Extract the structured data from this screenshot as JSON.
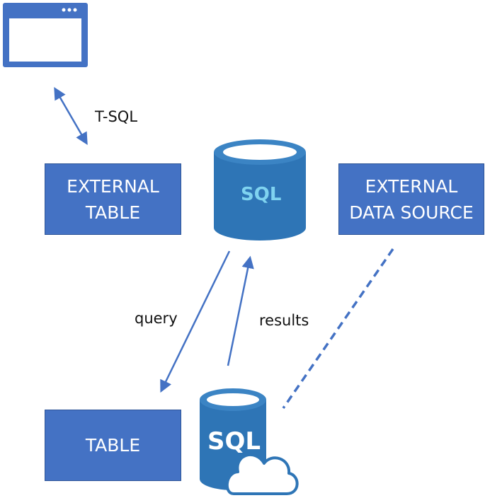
{
  "diagram": {
    "labels": {
      "tsql": "T-SQL",
      "query": "query",
      "results": "results"
    },
    "boxes": {
      "external_table": "EXTERNAL\nTABLE",
      "external_data_source": "EXTERNAL\nDATA SOURCE",
      "table": "TABLE"
    },
    "databases": {
      "sql_server": "SQL",
      "azure_sql": "SQL"
    },
    "icons": {
      "client_window": "browser-window-icon",
      "sql_server": "database-cylinder-icon",
      "azure_sql": "cloud-database-icon"
    },
    "colors": {
      "box_fill": "#4472c4",
      "box_border": "#2f5597",
      "cylinder": "#2e75b6",
      "cylinder_top": "#3b84c4",
      "cylinder_text": "#7fd3f0",
      "arrow": "#4472c4"
    }
  }
}
